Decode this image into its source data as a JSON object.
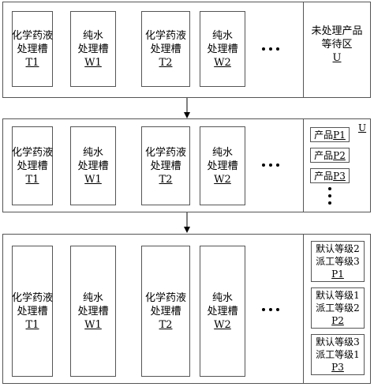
{
  "panel1": {
    "tanks": [
      {
        "line1": "化学药液",
        "line2": "处理槽",
        "code": "T1"
      },
      {
        "line1": "纯水",
        "line2": "处理槽",
        "code": "W1"
      },
      {
        "line1": "化学药液",
        "line2": "处理槽",
        "code": "T2"
      },
      {
        "line1": "纯水",
        "line2": "处理槽",
        "code": "W2"
      }
    ],
    "area": {
      "line1": "未处理产品",
      "line2": "等待区",
      "code": "U"
    }
  },
  "panel2": {
    "tanks": [
      {
        "line1": "化学药液",
        "line2": "处理槽",
        "code": "T1"
      },
      {
        "line1": "纯水",
        "line2": "处理槽",
        "code": "W1"
      },
      {
        "line1": "化学药液",
        "line2": "处理槽",
        "code": "T2"
      },
      {
        "line1": "纯水",
        "line2": "处理槽",
        "code": "W2"
      }
    ],
    "area_label": "U",
    "products": [
      {
        "name": "产品",
        "code": "P1"
      },
      {
        "name": "产品",
        "code": "P2"
      },
      {
        "name": "产品",
        "code": "P3"
      }
    ]
  },
  "panel3": {
    "tanks": [
      {
        "line1": "化学药液",
        "line2": "处理槽",
        "code": "T1"
      },
      {
        "line1": "纯水",
        "line2": "处理槽",
        "code": "W1"
      },
      {
        "line1": "化学药液",
        "line2": "处理槽",
        "code": "T2"
      },
      {
        "line1": "纯水",
        "line2": "处理槽",
        "code": "W2"
      }
    ],
    "cards": [
      {
        "line1": "默认等级2",
        "line2": "派工等级3",
        "code": "P1"
      },
      {
        "line1": "默认等级1",
        "line2": "派工等级2",
        "code": "P2"
      },
      {
        "line1": "默认等级3",
        "line2": "派工等级1",
        "code": "P3"
      }
    ]
  }
}
